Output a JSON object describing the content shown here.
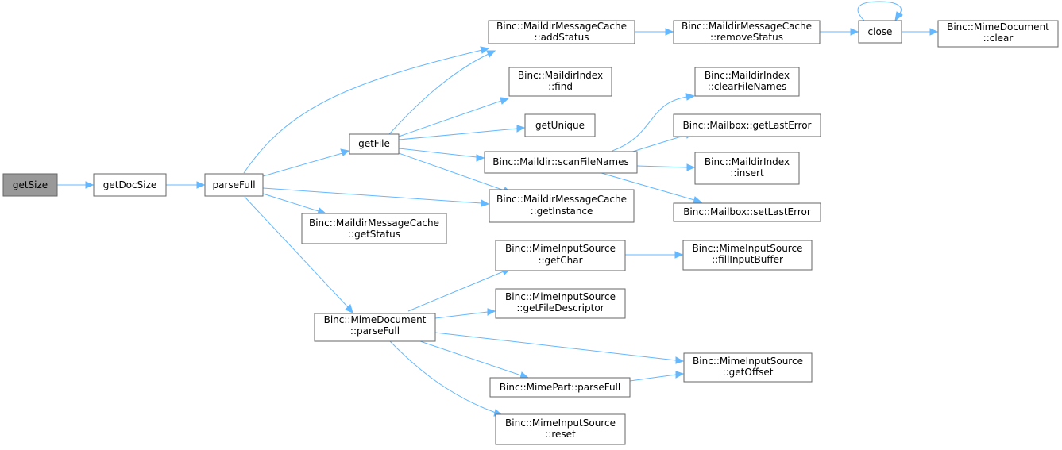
{
  "colors": {
    "edge": "#63b8ff",
    "node_border": "#666666",
    "node_fill": "#ffffff",
    "root_fill": "#999999",
    "text": "#000000"
  },
  "nodes": {
    "getSize": [
      "getSize"
    ],
    "getDocSize": [
      "getDocSize"
    ],
    "parseFull": [
      "parseFull"
    ],
    "addStatus": [
      "Binc::MaildirMessageCache",
      "::addStatus"
    ],
    "removeStatus": [
      "Binc::MaildirMessageCache",
      "::removeStatus"
    ],
    "close": [
      "close"
    ],
    "mimeClear": [
      "Binc::MimeDocument",
      "::clear"
    ],
    "indexFind": [
      "Binc::MaildirIndex",
      "::find"
    ],
    "clearFileNames": [
      "Binc::MaildirIndex",
      "::clearFileNames"
    ],
    "getUnique": [
      "getUnique"
    ],
    "getLastError": [
      "Binc::Mailbox::getLastError"
    ],
    "getFile": [
      "getFile"
    ],
    "scanFileNames": [
      "Binc::Maildir::scanFileNames"
    ],
    "indexInsert": [
      "Binc::MaildirIndex",
      "::insert"
    ],
    "getInstance": [
      "Binc::MaildirMessageCache",
      "::getInstance"
    ],
    "setLastError": [
      "Binc::Mailbox::setLastError"
    ],
    "getStatus": [
      "Binc::MaildirMessageCache",
      "::getStatus"
    ],
    "getChar": [
      "Binc::MimeInputSource",
      "::getChar"
    ],
    "fillInputBuffer": [
      "Binc::MimeInputSource",
      "::fillInputBuffer"
    ],
    "getFileDescriptor": [
      "Binc::MimeInputSource",
      "::getFileDescriptor"
    ],
    "mimeDocParseFull": [
      "Binc::MimeDocument",
      "::parseFull"
    ],
    "getOffset": [
      "Binc::MimeInputSource",
      "::getOffset"
    ],
    "mimePartParseFull": [
      "Binc::MimePart::parseFull"
    ],
    "reset": [
      "Binc::MimeInputSource",
      "::reset"
    ]
  },
  "edges": [
    [
      "getSize",
      "getDocSize"
    ],
    [
      "getDocSize",
      "parseFull"
    ],
    [
      "parseFull",
      "addStatus"
    ],
    [
      "parseFull",
      "getFile"
    ],
    [
      "parseFull",
      "getInstance"
    ],
    [
      "parseFull",
      "getStatus"
    ],
    [
      "parseFull",
      "mimeDocParseFull"
    ],
    [
      "getFile",
      "addStatus"
    ],
    [
      "getFile",
      "indexFind"
    ],
    [
      "getFile",
      "getUnique"
    ],
    [
      "getFile",
      "scanFileNames"
    ],
    [
      "getFile",
      "getInstance"
    ],
    [
      "addStatus",
      "removeStatus"
    ],
    [
      "removeStatus",
      "close"
    ],
    [
      "close",
      "close"
    ],
    [
      "close",
      "mimeClear"
    ],
    [
      "scanFileNames",
      "clearFileNames"
    ],
    [
      "scanFileNames",
      "getLastError"
    ],
    [
      "scanFileNames",
      "indexInsert"
    ],
    [
      "scanFileNames",
      "setLastError"
    ],
    [
      "mimeDocParseFull",
      "getChar"
    ],
    [
      "mimeDocParseFull",
      "getFileDescriptor"
    ],
    [
      "mimeDocParseFull",
      "getOffset"
    ],
    [
      "mimeDocParseFull",
      "mimePartParseFull"
    ],
    [
      "mimeDocParseFull",
      "reset"
    ],
    [
      "getChar",
      "fillInputBuffer"
    ],
    [
      "mimePartParseFull",
      "getOffset"
    ]
  ]
}
